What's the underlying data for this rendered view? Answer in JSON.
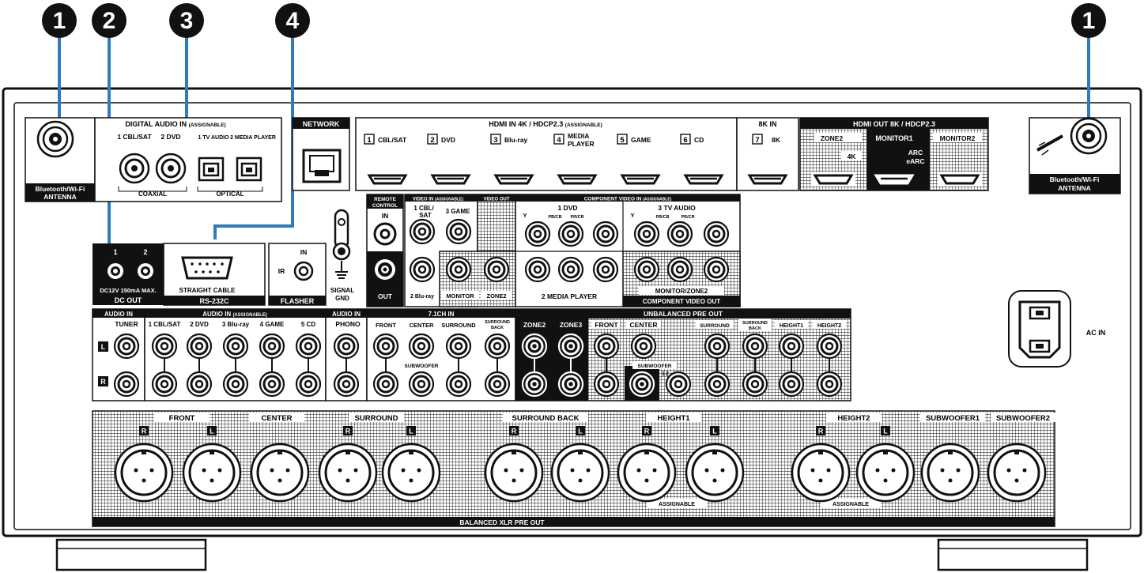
{
  "callouts": [
    "1",
    "2",
    "3",
    "4",
    "1"
  ],
  "antenna": {
    "left_label_1": "Bluetooth/Wi-Fi",
    "left_label_2": "ANTENNA",
    "right_label_1": "Bluetooth/Wi-Fi",
    "right_label_2": "ANTENNA"
  },
  "digital_audio": {
    "title": "DIGITAL AUDIO IN",
    "title_suffix": "(ASSIGNABLE)",
    "inputs": [
      "1 CBL/SAT",
      "2 DVD",
      "1 TV AUDIO",
      "2 MEDIA PLAYER"
    ],
    "coaxial": "COAXIAL",
    "optical": "OPTICAL"
  },
  "network": {
    "title": "NETWORK"
  },
  "hdmi_in": {
    "title": "HDMI IN   4K / HDCP2.3",
    "title_suffix": "(ASSIGNABLE)",
    "inputs": [
      {
        "num": "1",
        "label": "CBL/SAT"
      },
      {
        "num": "2",
        "label": "DVD"
      },
      {
        "num": "3",
        "label": "Blu-ray"
      },
      {
        "num": "4",
        "label": "MEDIA"
      },
      {
        "num": "5",
        "label": "GAME"
      },
      {
        "num": "6",
        "label": "CD"
      }
    ],
    "input4_line2": "PLAYER",
    "in8k_title": "8K IN",
    "in8k": {
      "num": "7",
      "label": "8K"
    }
  },
  "hdmi_out": {
    "title": "HDMI OUT   8K / HDCP2.3",
    "zone2": "ZONE2",
    "zone2_sub": "4K",
    "monitor1": "MONITOR1",
    "arc": "ARC",
    "earc": "eARC",
    "monitor2": "MONITOR2"
  },
  "dc_out": {
    "nums": [
      "1",
      "2"
    ],
    "spec": "DC12V 150mA MAX.",
    "title": "DC OUT"
  },
  "rs232c": {
    "cable": "STRAIGHT CABLE",
    "title": "RS-232C"
  },
  "flasher": {
    "in": "IN",
    "ir": "IR",
    "title": "FLASHER"
  },
  "signal_gnd": {
    "line1": "SIGNAL",
    "line2": "GND"
  },
  "remote_control": {
    "title1": "REMOTE",
    "title2": "CONTROL",
    "in": "IN",
    "out": "OUT"
  },
  "video_in": {
    "title": "VIDEO IN",
    "title_suffix": "(ASSIGNABLE)",
    "in1a": "1  CBL/",
    "in1b": "SAT",
    "in3": "3 GAME",
    "in2": "2 Blu-ray"
  },
  "video_out": {
    "title": "VIDEO OUT",
    "monitor": "MONITOR",
    "zone2": "ZONE2"
  },
  "component_in": {
    "title": "COMPONENT VIDEO IN",
    "title_suffix": "(ASSIGNABLE)",
    "in1": "1  DVD",
    "in3": "3  TV AUDIO",
    "y": "Y",
    "pb": "PB/CB",
    "pr": "PR/CR",
    "in2": "2  MEDIA PLAYER"
  },
  "component_out": {
    "monitor_zone2": "MONITOR/ZONE2",
    "title": "COMPONENT VIDEO OUT"
  },
  "audio_in": {
    "title": "AUDIO IN",
    "tuner": "TUNER",
    "assign_title": "AUDIO IN",
    "assign_suffix": "(ASSIGNABLE)",
    "assign_inputs": [
      "1 CBL/SAT",
      "2 DVD",
      "3 Blu-ray",
      "4 GAME",
      "5 CD"
    ],
    "l": "L",
    "r": "R",
    "phono_title": "AUDIO IN",
    "phono": "PHONO"
  },
  "ch71_in": {
    "title": "7.1CH IN",
    "labels": [
      "FRONT",
      "CENTER",
      "SURROUND"
    ],
    "surround_back_1": "SURROUND",
    "surround_back_2": "BACK",
    "subwoofer": "SUBWOOFER"
  },
  "unbalanced": {
    "title": "UNBALANCED PRE OUT",
    "zone2": "ZONE2",
    "zone3": "ZONE3",
    "front": "FRONT",
    "center": "CENTER",
    "subwoofer": "SUBWOOFER",
    "sub_1": "1",
    "sub_2": "2",
    "surround": "SURROUND",
    "surround_back_1": "SURROUND",
    "surround_back_2": "BACK",
    "height1": "HEIGHT1",
    "height2": "HEIGHT2"
  },
  "ac_in": "AC IN",
  "xlr": {
    "labels": [
      "FRONT",
      "CENTER",
      "SURROUND",
      "SURROUND BACK",
      "HEIGHT1",
      "HEIGHT2",
      "SUBWOOFER1",
      "SUBWOOFER2"
    ],
    "r": "R",
    "l": "L",
    "assignable": "ASSIGNABLE",
    "title": "BALANCED XLR PRE OUT"
  },
  "colors": {
    "callout": "#111111",
    "leader": "#2e7bbf",
    "panel_dark": "#111111",
    "line": "#111111"
  }
}
